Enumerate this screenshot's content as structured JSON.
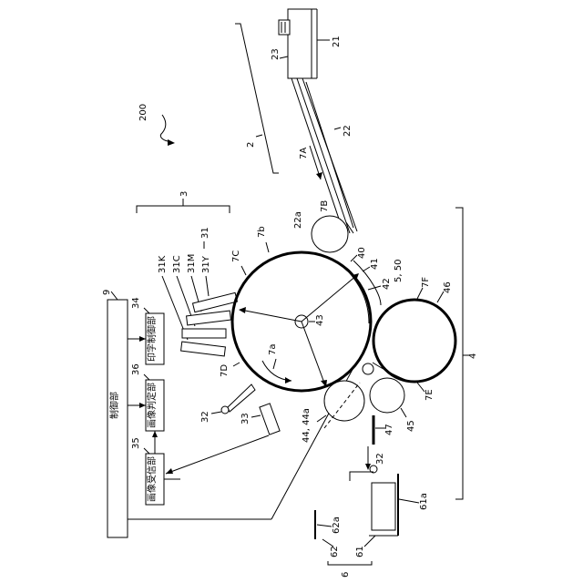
{
  "figure_number": "200",
  "labels": {
    "controller": "9",
    "controller_text": "制御部",
    "print_control_num": "34",
    "print_control_text": "印字制御部",
    "image_judge_num": "36",
    "image_judge_text": "画像判定部",
    "image_receive_num": "35",
    "image_receive_text": "画像受信部",
    "printhead_group": "3",
    "printhead_group_31": "31",
    "head_k": "31K",
    "head_c": "31C",
    "head_m": "31M",
    "head_y": "31Y",
    "sheet_path": "2",
    "feed_unit": "21",
    "paper_stack": "23",
    "guide": "22",
    "roller_22a": "22a",
    "path_7a_top": "7A",
    "path_7b": "7B",
    "path_7b_lower": "7b",
    "path_7c": "7C",
    "path_7d": "7D",
    "path_7a_lower": "7a",
    "path_7e": "7E",
    "path_7f": "7F",
    "ref_40": "40",
    "ref_41": "41",
    "ref_42": "42",
    "ref_5_50": "5, 50",
    "ref_43": "43",
    "ref_46": "46",
    "ref_44_44a": "44, 44a",
    "ref_45": "45",
    "ref_47": "47",
    "ref_4": "4",
    "sensor_32_left": "32",
    "light_33": "33",
    "sensor_32_bottom": "32",
    "ref_61a": "61a",
    "ref_62a": "62a",
    "ref_62": "62",
    "ref_61": "61",
    "ref_6": "6"
  }
}
